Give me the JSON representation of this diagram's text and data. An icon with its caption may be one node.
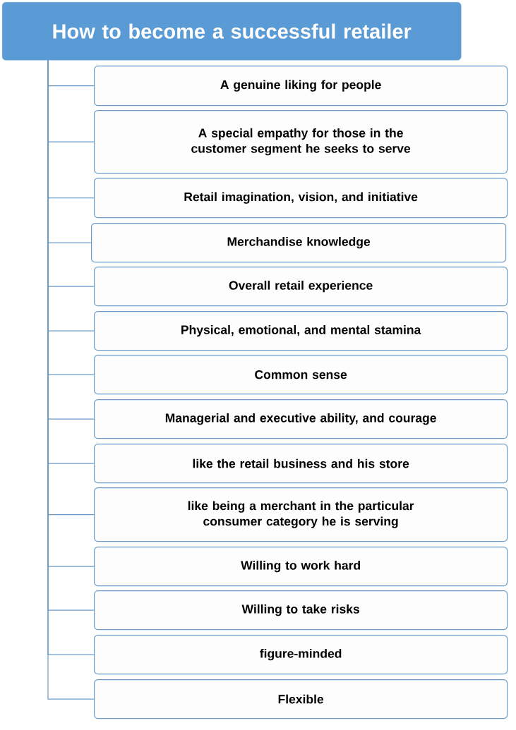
{
  "diagram": {
    "nodes": [
      {
        "text": [
          "How to become a successful retailer"
        ]
      },
      {
        "text": [
          "A genuine liking for people"
        ]
      },
      {
        "text": [
          "A special empathy for those in the customer segment he seeks to serve"
        ]
      },
      {
        "text": [
          "Retail imagination, vision, and initiative"
        ]
      },
      {
        "text": [
          "Merchandise knowledge"
        ]
      },
      {
        "text": [
          "Overall retail experience"
        ]
      },
      {
        "text": [
          "Physical, emotional, and mental stamina"
        ]
      },
      {
        "text": [
          "Common sense"
        ]
      },
      {
        "text": [
          "Managerial and executive ability, and courage"
        ]
      },
      {
        "text": [
          "like the retail business and his store"
        ]
      },
      {
        "text": [
          "like being a merchant in the particular consumer category he is serving"
        ]
      },
      {
        "text": [
          "Willing to work hard"
        ]
      },
      {
        "text": [
          "Willing to take risks"
        ]
      },
      {
        "text": [
          "figure-minded"
        ]
      },
      {
        "text": [
          "Flexible"
        ]
      }
    ],
    "edges": [
      {
        "from": 0,
        "to": 1,
        "arrow": "none"
      },
      {
        "from": 0,
        "to": 2,
        "arrow": "none"
      },
      {
        "from": 0,
        "to": 3,
        "arrow": "none"
      },
      {
        "from": 0,
        "to": 4,
        "arrow": "none"
      },
      {
        "from": 0,
        "to": 5,
        "arrow": "none"
      },
      {
        "from": 0,
        "to": 6,
        "arrow": "none"
      },
      {
        "from": 0,
        "to": 7,
        "arrow": "none"
      },
      {
        "from": 0,
        "to": 8,
        "arrow": "none"
      },
      {
        "from": 0,
        "to": 9,
        "arrow": "none"
      },
      {
        "from": 0,
        "to": 10,
        "arrow": "none"
      },
      {
        "from": 0,
        "to": 11,
        "arrow": "none"
      },
      {
        "from": 0,
        "to": 12,
        "arrow": "none"
      },
      {
        "from": 0,
        "to": 13,
        "arrow": "none"
      },
      {
        "from": 0,
        "to": 14,
        "arrow": "none"
      }
    ]
  }
}
